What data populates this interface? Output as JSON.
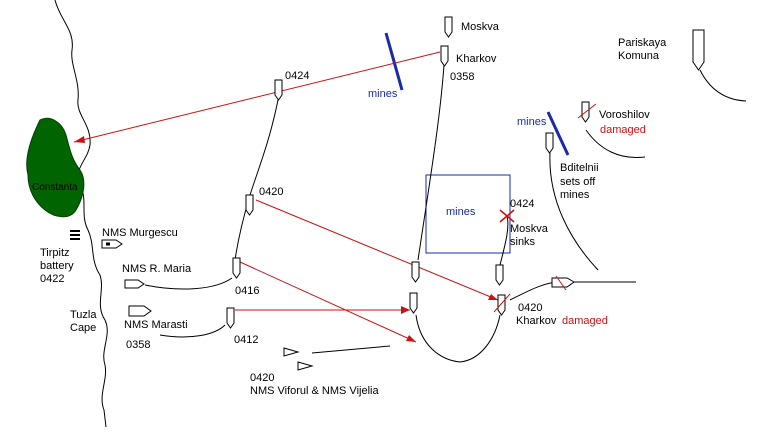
{
  "labels": {
    "moskva_top": "Moskva",
    "kharkov_top": "Kharkov",
    "time_0358_top": "0358",
    "mines_1": "mines",
    "pariskaya": "Pariskaya",
    "komuna": "Komuna",
    "voroshilov": "Voroshilov",
    "voroshilov_status": "damaged",
    "mines_2": "mines",
    "bditelnii_1": "Bditelnii",
    "bditelnii_2": "sets off",
    "bditelnii_3": "mines",
    "time_0424_top": "0424",
    "time_0420_mid": "0420",
    "constanta": "Constanta",
    "mines_3": "mines",
    "time_0424_moskva": "0424",
    "moskva_sinks_1": "Moskva",
    "moskva_sinks_2": "sinks",
    "nms_murgescu": "NMS Murgescu",
    "tirpitz_1": "Tirpitz",
    "tirpitz_2": "battery",
    "tirpitz_3": "0422",
    "nms_r_maria": "NMS R. Maria",
    "time_0416": "0416",
    "tuzla_1": "Tuzla",
    "tuzla_2": "Cape",
    "nms_marasti": "NMS Marasti",
    "time_0358_bottom": "0358",
    "time_0412": "0412",
    "time_0420_kharkov": "0420",
    "kharkov_bottom": "Kharkov",
    "kharkov_status": "damaged",
    "time_0420_bottom": "0420",
    "viforul": "NMS Viforul & NMS Vijelia"
  },
  "colors": {
    "land": "#006400",
    "mines": "#1a2aa8",
    "attack_line": "#cc1111",
    "damage_text": "#cc1111"
  },
  "icons": {
    "ship": "ship-icon",
    "battery": "battery-icon",
    "sunk": "sunk-x-icon"
  }
}
